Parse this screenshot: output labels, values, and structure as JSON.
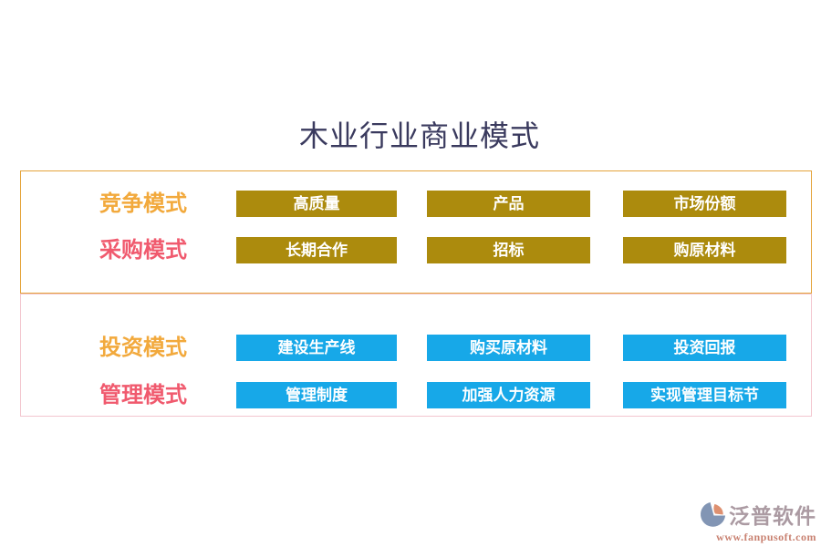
{
  "title": "木业行业商业模式",
  "colors": {
    "title": "#3A3A5E",
    "gold_label": "#F2A93C",
    "pink_label": "#F05A6E",
    "gold_button_bg": "#AC8B0D",
    "blue_button_bg": "#17A8E8",
    "button_text": "#FFFFFF",
    "upper_box_border": "#E4A33A",
    "lower_box_border": "#F3C6CF",
    "logo_text_color": "#AB9AA2",
    "logo_url_color": "#C98272",
    "logo_mark_blue": "#8295B4",
    "logo_mark_salmon": "#DE9070"
  },
  "sections": [
    {
      "id": "upper",
      "rows": [
        {
          "label": "竞争模式",
          "tone": "gold",
          "buttons": [
            "高质量",
            "产品",
            "市场份额"
          ]
        },
        {
          "label": "采购模式",
          "tone": "pink",
          "buttons": [
            "长期合作",
            "招标",
            "购原材料"
          ]
        }
      ]
    },
    {
      "id": "lower",
      "rows": [
        {
          "label": "投资模式",
          "tone": "gold",
          "buttons": [
            "建设生产线",
            "购买原材料",
            "投资回报"
          ]
        },
        {
          "label": "管理模式",
          "tone": "pink",
          "buttons": [
            "管理制度",
            "加强人力资源",
            "实现管理目标节"
          ]
        }
      ]
    }
  ],
  "watermark": {
    "brand": "泛普软件",
    "url": "www.fanpusoft.com"
  }
}
